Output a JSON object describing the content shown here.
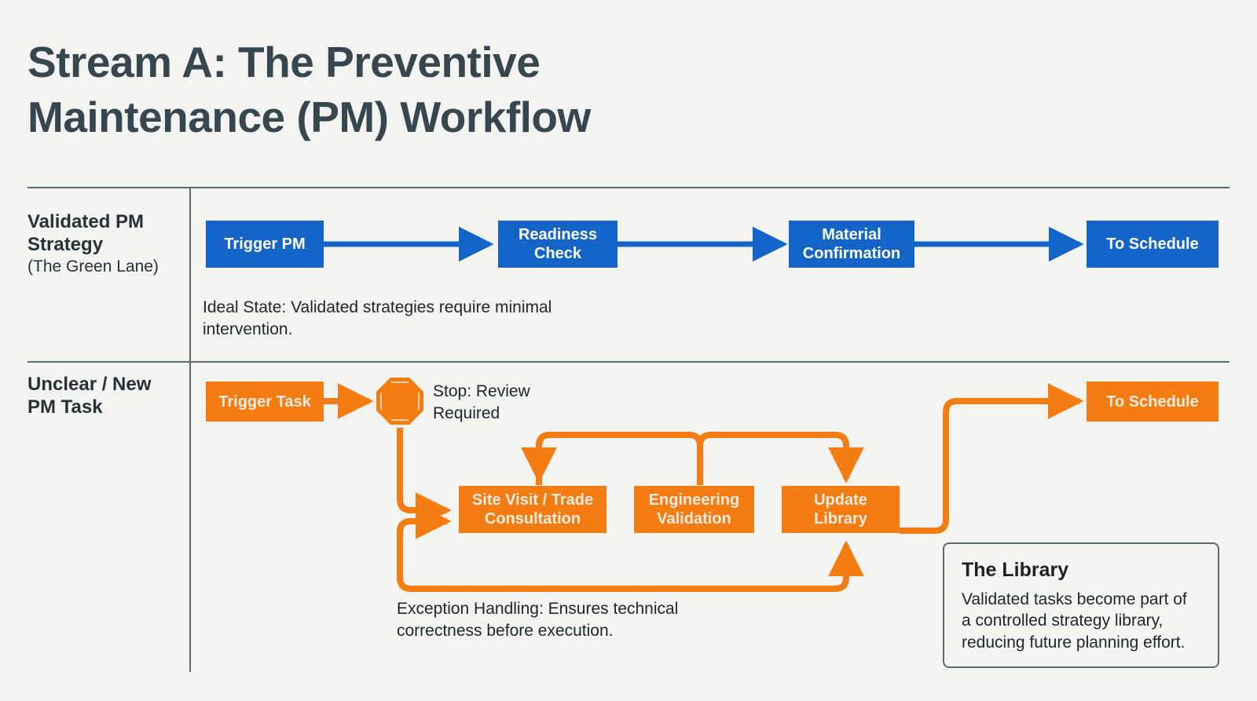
{
  "page": {
    "title_line1": "Stream A: The Preventive",
    "title_line2": "Maintenance (PM) Workflow",
    "background_color": "#f3f3f1",
    "rule_color": "#5d6a72"
  },
  "colors": {
    "blue": "#1565c8",
    "orange": "#f57c10",
    "blue_text": "#ffffff",
    "orange_text": "#fdece0",
    "heading": "#37474f",
    "body_text": "#20272b"
  },
  "lanes": [
    {
      "id": "validated-pm-strategy",
      "label_main_line1": "Validated PM",
      "label_main_line2": "Strategy",
      "label_sub": "(The Green Lane)",
      "nodes": [
        {
          "id": "trigger-pm",
          "label": "Trigger PM",
          "color": "blue"
        },
        {
          "id": "readiness-check",
          "label_line1": "Readiness",
          "label_line2": "Check",
          "color": "blue"
        },
        {
          "id": "material-confirmation",
          "label_line1": "Material",
          "label_line2": "Confirmation",
          "color": "blue"
        },
        {
          "id": "to-schedule-blue",
          "label": "To Schedule",
          "color": "blue"
        }
      ],
      "caption_line1": "Ideal State: Validated strategies require minimal",
      "caption_line2": "intervention."
    },
    {
      "id": "unclear-new-pm-task",
      "label_main_line1": "Unclear / New",
      "label_main_line2": "PM Task",
      "label_sub": "",
      "nodes": [
        {
          "id": "trigger-task",
          "label": "Trigger Task",
          "color": "orange"
        },
        {
          "id": "stop-review",
          "label_line1": "Stop: Review",
          "label_line2": "Required",
          "shape": "octagon",
          "color": "orange"
        },
        {
          "id": "site-visit-trade-consultation",
          "label_line1": "Site Visit / Trade",
          "label_line2": "Consultation",
          "color": "orange"
        },
        {
          "id": "engineering-validation",
          "label_line1": "Engineering",
          "label_line2": "Validation",
          "color": "orange"
        },
        {
          "id": "update-library",
          "label_line1": "Update",
          "label_line2": "Library",
          "color": "orange"
        },
        {
          "id": "to-schedule-orange",
          "label": "To Schedule",
          "color": "orange"
        }
      ],
      "caption_line1": "Exception Handling: Ensures technical",
      "caption_line2": "correctness before execution."
    }
  ],
  "library_callout": {
    "title": "The Library",
    "body_line1": "Validated tasks become part of",
    "body_line2": "a controlled strategy library,",
    "body_line3": "reducing future planning effort."
  }
}
